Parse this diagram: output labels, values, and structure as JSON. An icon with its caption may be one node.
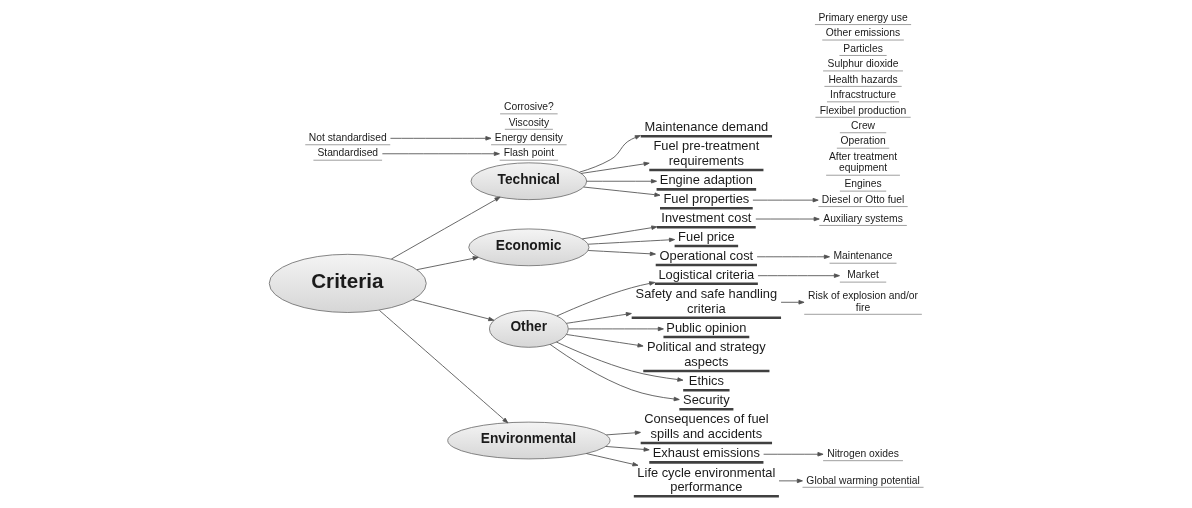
{
  "diagram": {
    "nodes": [
      {
        "text": [
          "Criteria"
        ]
      },
      {
        "text": [
          "Technical"
        ]
      },
      {
        "text": [
          "Economic"
        ]
      },
      {
        "text": [
          "Other"
        ]
      },
      {
        "text": [
          "Environmental"
        ]
      },
      {
        "text": [
          "Maintenance demand"
        ]
      },
      {
        "text": [
          "Fuel pre-treatment requirements"
        ]
      },
      {
        "text": [
          "Engine adaption"
        ]
      },
      {
        "text": [
          "Fuel properties"
        ]
      },
      {
        "text": [
          "Diesel or Otto fuel"
        ]
      },
      {
        "text": [
          "Standardised"
        ]
      },
      {
        "text": [
          "Not standardised"
        ]
      },
      {
        "text": [
          "Flash point"
        ]
      },
      {
        "text": [
          "Viscosity"
        ]
      },
      {
        "text": [
          "Energy density"
        ]
      },
      {
        "text": [
          "Corrosive?"
        ]
      },
      {
        "text": [
          "Investment cost"
        ]
      },
      {
        "text": [
          "Fuel price"
        ]
      },
      {
        "text": [
          "Operational cost"
        ]
      },
      {
        "text": [
          "Engines"
        ]
      },
      {
        "text": [
          "Auxiliary systems"
        ]
      },
      {
        "text": [
          "After treatment equipment"
        ]
      },
      {
        "text": [
          "Maintenance"
        ]
      },
      {
        "text": [
          "Operation"
        ]
      },
      {
        "text": [
          "Crew"
        ]
      },
      {
        "text": [
          "Logistical criteria"
        ]
      },
      {
        "text": [
          "Safety and safe handling criteria"
        ]
      },
      {
        "text": [
          "Public opinion"
        ]
      },
      {
        "text": [
          "Political and strategy aspects"
        ]
      },
      {
        "text": [
          "Ethics"
        ]
      },
      {
        "text": [
          "Security"
        ]
      },
      {
        "text": [
          "Flexibel production"
        ]
      },
      {
        "text": [
          "Market"
        ]
      },
      {
        "text": [
          "Infracstructure"
        ]
      },
      {
        "text": [
          "Risk of explosion and/or fire"
        ]
      },
      {
        "text": [
          "Health hazards"
        ]
      },
      {
        "text": [
          "Consequences of fuel spills and accidents"
        ]
      },
      {
        "text": [
          "Exhaust emissions"
        ]
      },
      {
        "text": [
          "Life cycle environmental performance"
        ]
      },
      {
        "text": [
          "Nitrogen oxides"
        ]
      },
      {
        "text": [
          "Sulphur dioxide"
        ]
      },
      {
        "text": [
          "Particles"
        ]
      },
      {
        "text": [
          "Other emissions"
        ]
      },
      {
        "text": [
          "Global warming potential"
        ]
      },
      {
        "text": [
          "Primary energy use"
        ]
      }
    ],
    "edges": [
      {
        "from": 0,
        "to": 1,
        "arrow": "to"
      },
      {
        "from": 0,
        "to": 2,
        "arrow": "to"
      },
      {
        "from": 0,
        "to": 3,
        "arrow": "to"
      },
      {
        "from": 0,
        "to": 4,
        "arrow": "to"
      },
      {
        "from": 1,
        "to": 5,
        "arrow": "to"
      },
      {
        "from": 1,
        "to": 6,
        "arrow": "to"
      },
      {
        "from": 1,
        "to": 7,
        "arrow": "to"
      },
      {
        "from": 1,
        "to": 8,
        "arrow": "to"
      },
      {
        "from": 8,
        "to": 9,
        "arrow": "to"
      },
      {
        "from": 10,
        "to": 12,
        "arrow": "to"
      },
      {
        "from": 11,
        "to": 14,
        "arrow": "to"
      },
      {
        "from": 2,
        "to": 16,
        "arrow": "to"
      },
      {
        "from": 2,
        "to": 17,
        "arrow": "to"
      },
      {
        "from": 2,
        "to": 18,
        "arrow": "to"
      },
      {
        "from": 16,
        "to": 20,
        "arrow": "to"
      },
      {
        "from": 18,
        "to": 22,
        "arrow": "to"
      },
      {
        "from": 3,
        "to": 25,
        "arrow": "to"
      },
      {
        "from": 3,
        "to": 26,
        "arrow": "to"
      },
      {
        "from": 3,
        "to": 27,
        "arrow": "to"
      },
      {
        "from": 3,
        "to": 28,
        "arrow": "to"
      },
      {
        "from": 3,
        "to": 29,
        "arrow": "to"
      },
      {
        "from": 3,
        "to": 30,
        "arrow": "to"
      },
      {
        "from": 25,
        "to": 32,
        "arrow": "to"
      },
      {
        "from": 26,
        "to": 34,
        "arrow": "to"
      },
      {
        "from": 4,
        "to": 36,
        "arrow": "to"
      },
      {
        "from": 4,
        "to": 37,
        "arrow": "to"
      },
      {
        "from": 4,
        "to": 38,
        "arrow": "to"
      },
      {
        "from": 37,
        "to": 39,
        "arrow": "to"
      },
      {
        "from": 38,
        "to": 43,
        "arrow": "to"
      }
    ]
  }
}
